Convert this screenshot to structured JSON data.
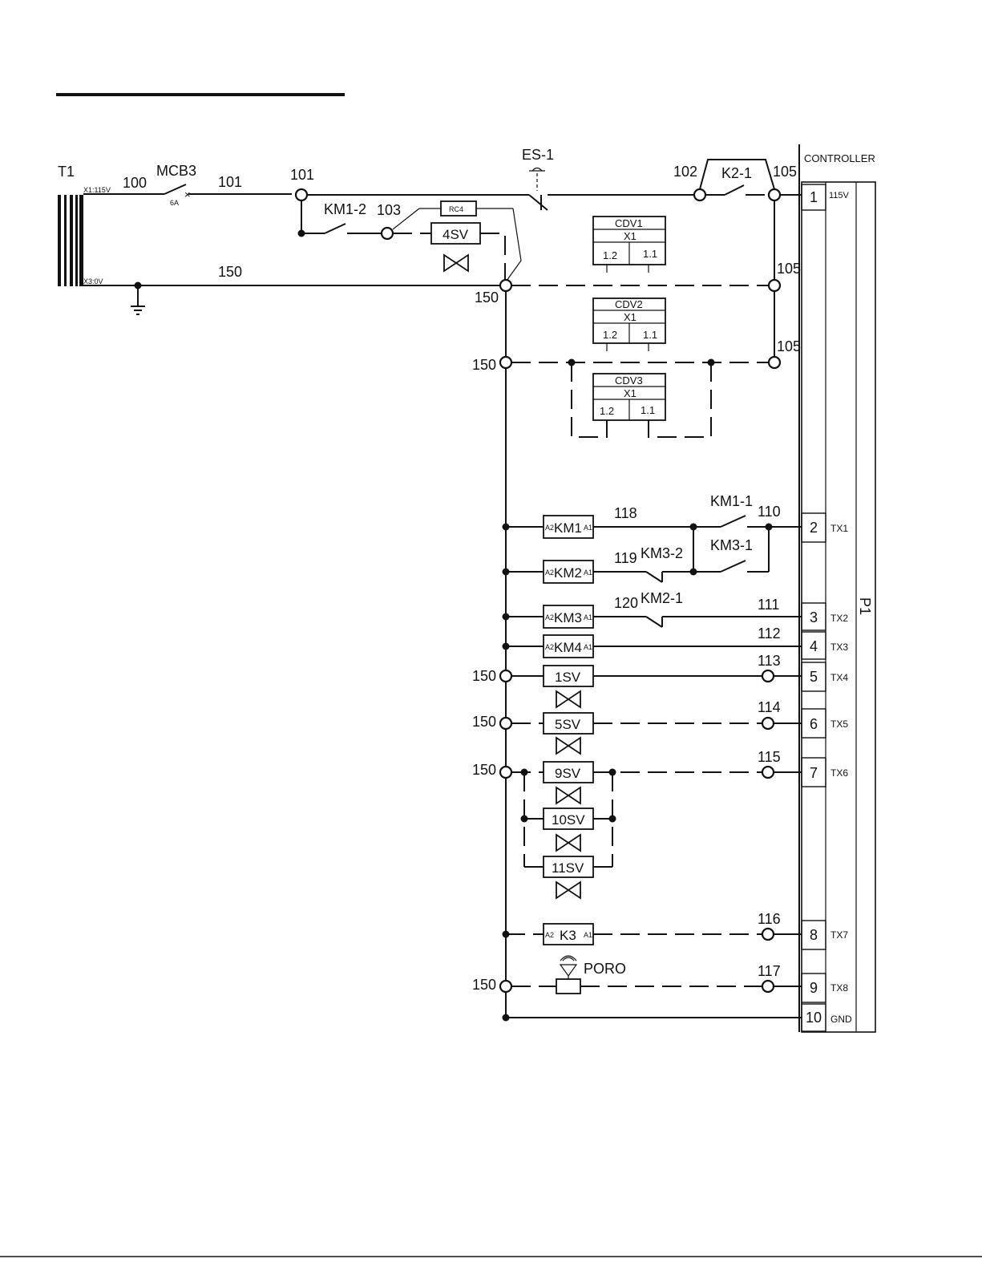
{
  "labels": {
    "t1": "T1",
    "x1": "X1:115V",
    "x3": "X3:0V",
    "mcb3": "MCB3",
    "mcb_rating": "6A",
    "es1": "ES-1",
    "km1_2": "KM1-2",
    "k2_1": "K2-1",
    "rc4": "RC4",
    "sv4": "4SV",
    "controller": "CONTROLLER",
    "p1": "P1",
    "km1_1": "KM1-1",
    "km3_1": "KM3-1",
    "km3_2": "KM3-2",
    "km2_1": "KM2-1",
    "poro": "PORO"
  },
  "wires": {
    "w100": "100",
    "w101a": "101",
    "w101b": "101",
    "w102": "102",
    "w103": "103",
    "w105a": "105",
    "w105b": "105",
    "w105c": "105",
    "w150a": "150",
    "w150b": "150",
    "w150c": "150",
    "w110": "110",
    "w111": "111",
    "w112": "112",
    "w113": "113",
    "w114": "114",
    "w115": "115",
    "w116": "116",
    "w117": "117",
    "w118": "118",
    "w119": "119",
    "w120": "120",
    "w150d": "150",
    "w150e": "150",
    "w150f": "150",
    "w150g": "150"
  },
  "cdv_modules": [
    {
      "name": "CDV1",
      "conn": "X1",
      "pin_a": "1.2",
      "pin_b": "1.1"
    },
    {
      "name": "CDV2",
      "conn": "X1",
      "pin_a": "1.2",
      "pin_b": "1.1"
    },
    {
      "name": "CDV3",
      "conn": "X1",
      "pin_a": "1.2",
      "pin_b": "1.1"
    }
  ],
  "coils": [
    {
      "name": "KM1",
      "a2": "A2",
      "a1": "A1"
    },
    {
      "name": "KM2",
      "a2": "A2",
      "a1": "A1"
    },
    {
      "name": "KM3",
      "a2": "A2",
      "a1": "A1"
    },
    {
      "name": "KM4",
      "a2": "A2",
      "a1": "A1"
    },
    {
      "name": "K3",
      "a2": "A2",
      "a1": "A1"
    }
  ],
  "valves": [
    "1SV",
    "5SV",
    "9SV",
    "10SV",
    "11SV"
  ],
  "terminals": [
    {
      "num": "1",
      "signal": "115V"
    },
    {
      "num": "2",
      "signal": "TX1"
    },
    {
      "num": "3",
      "signal": "TX2"
    },
    {
      "num": "4",
      "signal": "TX3"
    },
    {
      "num": "5",
      "signal": "TX4"
    },
    {
      "num": "6",
      "signal": "TX5"
    },
    {
      "num": "7",
      "signal": "TX6"
    },
    {
      "num": "8",
      "signal": "TX7"
    },
    {
      "num": "9",
      "signal": "TX8"
    },
    {
      "num": "10",
      "signal": "GND"
    }
  ]
}
